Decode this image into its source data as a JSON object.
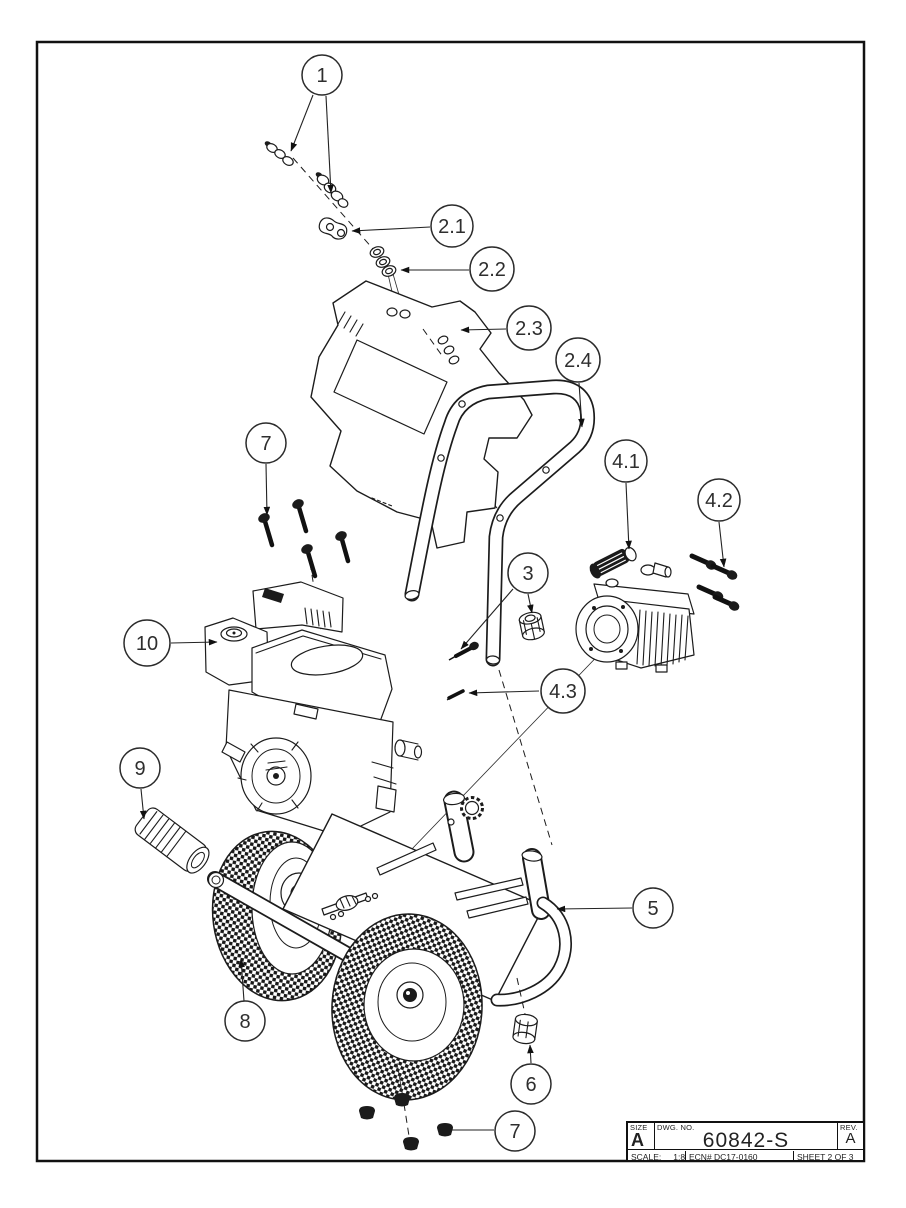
{
  "drawing": {
    "description_colors": {
      "ink": "#1c1c1c",
      "paper": "#ffffff"
    }
  },
  "callouts": [
    {
      "id": "1",
      "label": "1"
    },
    {
      "id": "2.1",
      "label": "2.1"
    },
    {
      "id": "2.2",
      "label": "2.2"
    },
    {
      "id": "2.3",
      "label": "2.3"
    },
    {
      "id": "2.4",
      "label": "2.4"
    },
    {
      "id": "7-top",
      "label": "7"
    },
    {
      "id": "4.1",
      "label": "4.1"
    },
    {
      "id": "4.2",
      "label": "4.2"
    },
    {
      "id": "3",
      "label": "3"
    },
    {
      "id": "10",
      "label": "10"
    },
    {
      "id": "4.3",
      "label": "4.3"
    },
    {
      "id": "9",
      "label": "9"
    },
    {
      "id": "5",
      "label": "5"
    },
    {
      "id": "8",
      "label": "8"
    },
    {
      "id": "6",
      "label": "6"
    },
    {
      "id": "7-bottom",
      "label": "7"
    }
  ],
  "title_block": {
    "size_label": "SIZE",
    "size_value": "A",
    "dwg_no_label": "DWG. NO.",
    "dwg_no_value": "60842-S",
    "rev_label": "REV.",
    "rev_value": "A",
    "scale_label": "SCALE:",
    "scale_value": "1:8",
    "ecn_value": "ECN# DC17-0160",
    "sheet_value": "SHEET 2 OF 3"
  }
}
